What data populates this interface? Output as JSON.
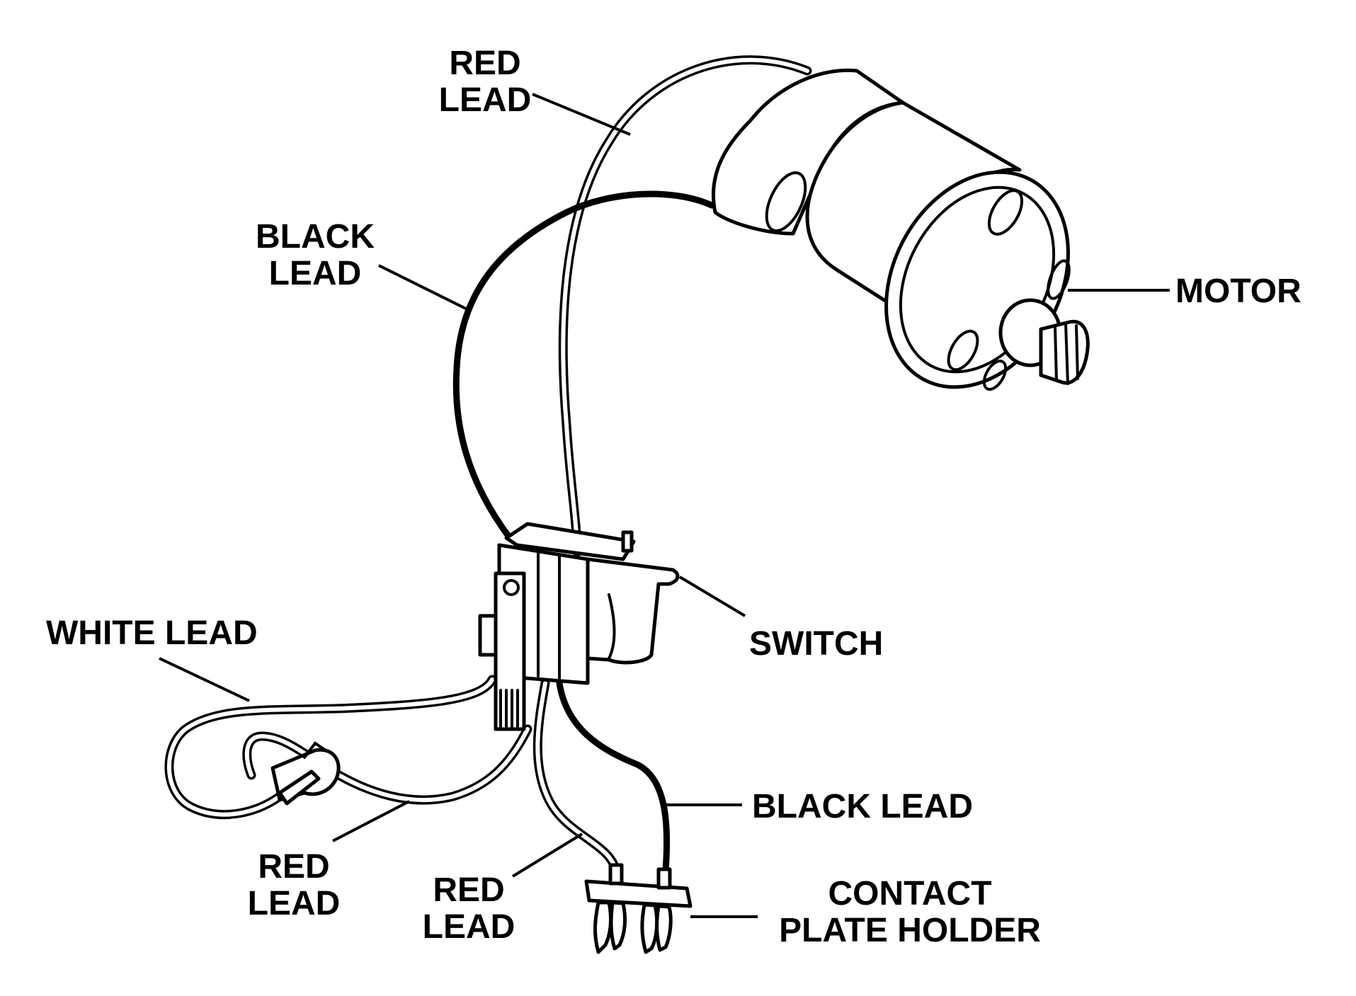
{
  "labels": {
    "red_lead_top": [
      "RED",
      "LEAD"
    ],
    "black_lead_top": [
      "BLACK",
      "LEAD"
    ],
    "motor": "MOTOR",
    "switch": "SWITCH",
    "white_lead": "WHITE LEAD",
    "black_lead_bottom": "BLACK LEAD",
    "red_lead_left": [
      "RED",
      "LEAD"
    ],
    "red_lead_center": [
      "RED",
      "LEAD"
    ],
    "contact_plate_holder": [
      "CONTACT",
      "PLATE HOLDER"
    ]
  },
  "colors": {
    "ink": "#000000",
    "background": "#ffffff"
  }
}
